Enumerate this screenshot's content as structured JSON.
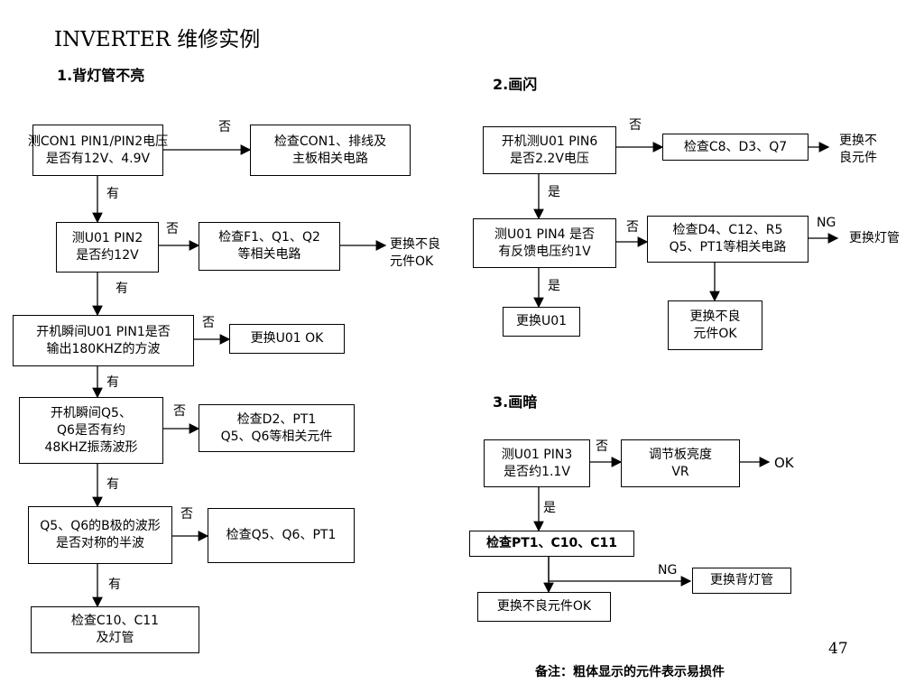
{
  "title": "INVERTER 维修实例",
  "sections": {
    "s1": "1.背灯管不亮",
    "s2": "2.画闪",
    "s3": "3.画暗"
  },
  "flow1": {
    "b1": [
      "测CON1 PIN1/PIN2电压",
      "是否有12V、4.9V"
    ],
    "b1_no": [
      "检查CON1、排线及",
      "主板相关电路"
    ],
    "b2": [
      "测U01 PIN2",
      "是否约12V"
    ],
    "b2_no": [
      "检查F1、Q1、Q2",
      "等相关电路"
    ],
    "b2_end": [
      "更换不良",
      "元件OK"
    ],
    "b3": [
      "开机瞬间U01 PIN1是否",
      "输出180KHZ的方波"
    ],
    "b3_no": "更换U01 OK",
    "b4": [
      "开机瞬间Q5、",
      "Q6是否有约",
      "48KHZ振荡波形"
    ],
    "b4_no": [
      "检查D2、PT1",
      "Q5、Q6等相关元件"
    ],
    "b5": [
      "Q5、Q6的B极的波形",
      "是否对称的半波"
    ],
    "b5_no": "检查Q5、Q6、PT1",
    "b6": [
      "检查C10、C11",
      "及灯管"
    ]
  },
  "flow2": {
    "c1": [
      "开机测U01 PIN6",
      "是否2.2V电压"
    ],
    "c1_no": "检查C8、D3、Q7",
    "c1_end": [
      "更换不",
      "良元件"
    ],
    "c2": [
      "测U01 PIN4 是否",
      "有反馈电压约1V"
    ],
    "c2_no": [
      "检查D4、C12、R5",
      "Q5、PT1等相关电路"
    ],
    "c2_ng_end": "更换灯管",
    "c3": "更换U01",
    "c4": [
      "更换不良",
      "元件OK"
    ]
  },
  "flow3": {
    "d1": [
      "测U01 PIN3",
      "是否约1.1V"
    ],
    "d1_no": [
      "调节板亮度",
      "VR"
    ],
    "d1_end": "OK",
    "d2": "检查PT1、C10、C11",
    "d2_ng": "更换背灯管",
    "d3": "更换不良元件OK"
  },
  "edge_labels": {
    "no": "否",
    "yes_you": "有",
    "yes_shi": "是",
    "ng": "NG"
  },
  "page_number": "47",
  "footnote": "备注：粗体显示的元件表示易损件"
}
